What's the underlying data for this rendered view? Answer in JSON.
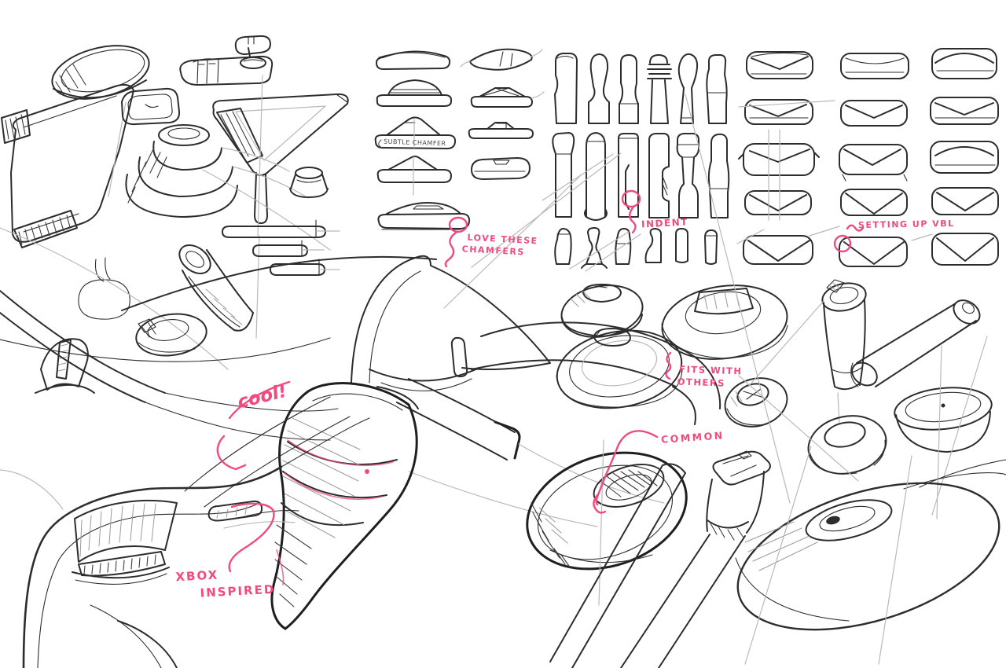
{
  "page": {
    "background": "#ffffff"
  },
  "colors": {
    "ink": "#2d2d2d",
    "construction_gray": "#b9b9b9",
    "annotation_pink": "#f04b80",
    "pencil_note_gray": "#4a4a4a"
  },
  "annotations": {
    "subtle_chamfer": {
      "text": "SUBTLE CHAMFER"
    },
    "love_these_chamfers": {
      "line1": "LOVE THESE",
      "line2": "CHAMFERS"
    },
    "indent": {
      "text": "INDENT"
    },
    "setting_up_vbl": {
      "text": "SETTING UP VBL"
    },
    "fits_with_others": {
      "line1": "FITS WITH",
      "line2": "OTHERS"
    },
    "cool": {
      "text": "cool!"
    },
    "common": {
      "text": "COMMON"
    },
    "xbox_inspired": {
      "line1": "XBOX",
      "line2": "INSPIRED"
    }
  },
  "figures": [
    "oval-dome-button-sketch",
    "controller-slab-sketch",
    "rounded-square-button-sketch",
    "remote-top-view-sketch",
    "triangle-stick-base-sketch",
    "stepped-dome-sketch",
    "cone-button-sketch",
    "pill-slots-sketch",
    "keycap-profile-column-left",
    "keycap-profile-column-right",
    "stick-shaft-profile-grid",
    "bumper-button-grid",
    "trigger-fin-sketch",
    "ring-sketch",
    "grip-cylinder-sketch",
    "hero-grip-sketch",
    "thumbstick-disc-sketches",
    "torus-sketch",
    "stub-shaft-sketches",
    "large-disc-sketch",
    "bottom-left-corner-sketch"
  ]
}
